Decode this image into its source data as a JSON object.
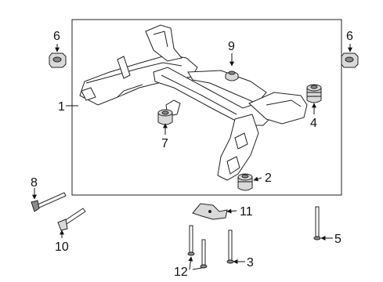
{
  "callouts": {
    "c1": "1",
    "c2": "2",
    "c3": "3",
    "c4": "4",
    "c5": "5",
    "c6_left": "6",
    "c6_right": "6",
    "c7": "7",
    "c8": "8",
    "c9": "9",
    "c10": "10",
    "c11": "11",
    "c12": "12"
  }
}
